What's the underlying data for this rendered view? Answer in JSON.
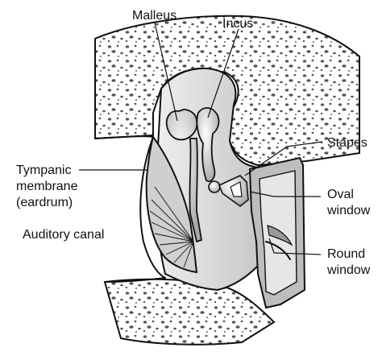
{
  "diagram": {
    "labels": {
      "malleus": "Malleus",
      "incus": "Incus",
      "stapes": "Stapes",
      "tympanic_line1": "Tympanic",
      "tympanic_line2": "membrane",
      "tympanic_line3": "(eardrum)",
      "auditory_canal": "Auditory canal",
      "oval_line1": "Oval",
      "oval_line2": "window",
      "round_line1": "Round",
      "round_line2": "window"
    },
    "colors": {
      "ink": "#111111",
      "paper": "#ffffff",
      "cavity": "#d9d9d9",
      "bone_speckle": "#555555",
      "ossicle": "#dcdcdc",
      "membrane": "#cfcfcf"
    }
  }
}
